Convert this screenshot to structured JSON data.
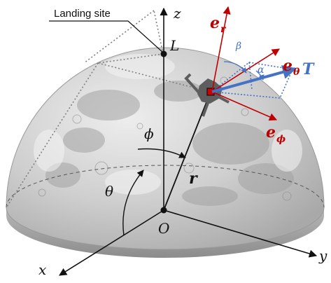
{
  "labels": {
    "landing_site": "Landing site",
    "z_axis": "z",
    "x_axis": "x",
    "y_axis": "y",
    "point_L": "L",
    "origin_O": "O",
    "angle_phi": "ϕ",
    "angle_theta": "θ",
    "position_vector_r": "r",
    "thrust_T": "T",
    "unit_e": "e",
    "sub_r": "r",
    "sub_theta": "θ",
    "sub_phi": "ϕ",
    "angle_beta": "β",
    "angle_alpha": "α"
  },
  "colors": {
    "axis": "#111111",
    "unit_vectors": "#c00000",
    "thrust": "#4472c4",
    "thrust_dotted": "#4472c4",
    "construction_dotted": "#808080",
    "moon_light": "#e7e7e7",
    "moon_dark": "#9c9c9c",
    "moon_rim": "#8a8a8a",
    "lander_body": "#5a5a5a",
    "lander_marker": "#d00000"
  }
}
